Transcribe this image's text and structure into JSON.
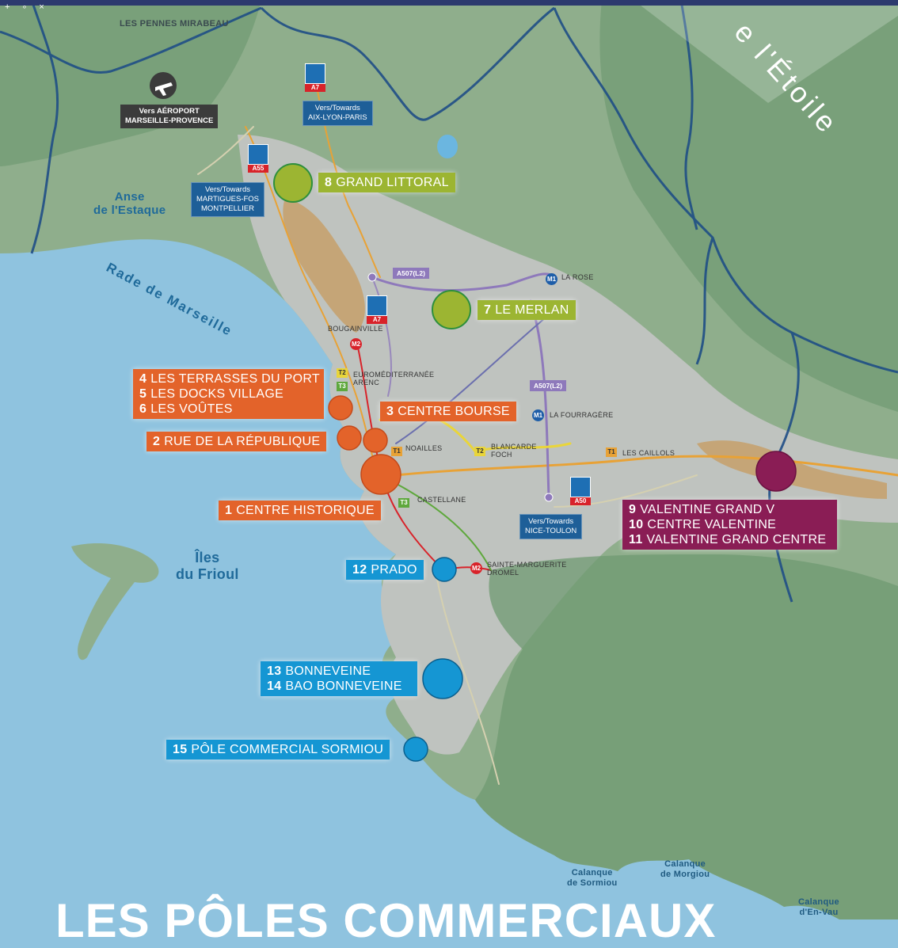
{
  "colors": {
    "sea": "#8fc3df",
    "urban": "#b9bdb8",
    "hills": "#7fa57f",
    "orange": "#e3632a",
    "green": "#9cb532",
    "blue": "#1596d3",
    "purple": "#8a1d55",
    "boundary": "#1f4e86"
  },
  "corner_label": "e l'Étoile",
  "bottom_title": "LES PÔLES COMMERCIAUX",
  "places": {
    "les_pennes": "LES PENNES MIRABEAU",
    "anse": "Anse\nde l'Estaque",
    "rade": "Rade de Marseille",
    "iles": "Îles\ndu Frioul",
    "bougainville": "BOUGAINVILLE",
    "euromed": "EUROMÉDITERRANÉE\nARENC",
    "noailles": "NOAILLES",
    "castellane": "CASTELLANE",
    "blancarde": "BLANCARDE\nFOCH",
    "caillols": "LES CAILLOLS",
    "la_rose": "LA ROSE",
    "fourragere": "LA FOURRAGÈRE",
    "ste_marguerite": "SAINTE-MARGUERITE\nDROMEL",
    "sormiou": "Calanque\nde Sormiou",
    "morgiou": "Calanque\nde Morgiou",
    "en_vau": "Calanque\nd'En-Vau"
  },
  "directions": {
    "airport": "Vers AÉROPORT\nMARSEILLE-PROVENCE",
    "aix": "Vers/Towards\nAIX-LYON-PARIS",
    "martigues": "Vers/Towards\nMARTIGUES-FOS\nMONTPELLIER",
    "nice": "Vers/Towards\nNICE-TOULON"
  },
  "roads": {
    "a7": "A7",
    "a55": "A55",
    "a7b": "A7",
    "a50": "A50",
    "a507a": "A507(L2)",
    "a507b": "A507(L2)"
  },
  "transit": {
    "t1": "T1",
    "t2": "T2",
    "t3": "T3",
    "m1": "M1",
    "m2": "M2"
  },
  "poles": {
    "p8": {
      "num": "8",
      "name": "GRAND LITTORAL"
    },
    "p7": {
      "num": "7",
      "name": "LE MERLAN"
    },
    "p4": {
      "num": "4",
      "name": "LES TERRASSES DU PORT"
    },
    "p5": {
      "num": "5",
      "name": "LES DOCKS VILLAGE"
    },
    "p6": {
      "num": "6",
      "name": "LES VOÛTES"
    },
    "p3": {
      "num": "3",
      "name": "CENTRE BOURSE"
    },
    "p2": {
      "num": "2",
      "name": "RUE DE LA RÉPUBLIQUE"
    },
    "p1": {
      "num": "1",
      "name": "CENTRE HISTORIQUE"
    },
    "p9": {
      "num": "9",
      "name": "VALENTINE GRAND V"
    },
    "p10": {
      "num": "10",
      "name": "CENTRE VALENTINE"
    },
    "p11": {
      "num": "11",
      "name": "VALENTINE GRAND CENTRE"
    },
    "p12": {
      "num": "12",
      "name": "PRADO"
    },
    "p13": {
      "num": "13",
      "name": "BONNEVEINE"
    },
    "p14": {
      "num": "14",
      "name": "BAO BONNEVEINE"
    },
    "p15": {
      "num": "15",
      "name": "PÔLE COMMERCIAL SORMIOU"
    }
  }
}
